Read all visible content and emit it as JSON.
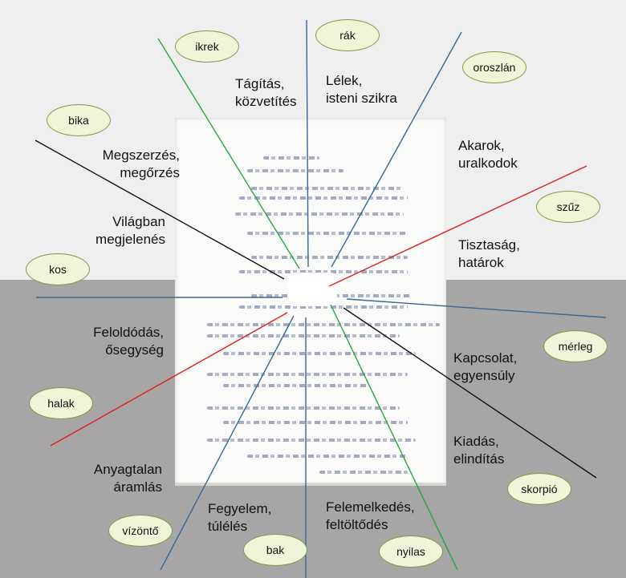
{
  "signs": {
    "ikrek": "ikrek",
    "rak": "rák",
    "oroszlan": "oroszlán",
    "bika": "bika",
    "szuz": "szűz",
    "kos": "kos",
    "merleg": "mérleg",
    "halak": "halak",
    "skorpio": "skorpió",
    "vizonto": "vízöntő",
    "bak": "bak",
    "nyilas": "nyilas"
  },
  "labels": {
    "tagitas": [
      "Tágítás,",
      "közvetítés"
    ],
    "lelek": [
      "Lélek,",
      "isteni szikra"
    ],
    "akarok": [
      "Akarok,",
      "uralkodok"
    ],
    "megszerzes": [
      "Megszerzés,",
      "megőrzés"
    ],
    "vilagban": [
      "Világban",
      "megjelenés"
    ],
    "tisztasag": [
      "Tisztaság,",
      "határok"
    ],
    "feloldodas": [
      "Feloldódás,",
      "ősegység"
    ],
    "kapcsolat": [
      "Kapcsolat,",
      "egyensúly"
    ],
    "kiadas": [
      "Kiadás,",
      "elindítás"
    ],
    "anyagtalan": [
      "Anyagtalan",
      "áramlás"
    ],
    "fegyelem": [
      "Fegyelem,",
      "túlélés"
    ],
    "felemelkedes": [
      "Felemelkedés,",
      "feltöltődés"
    ]
  },
  "colors": {
    "background_top": "#efefef",
    "background_bottom": "#a7a5a6",
    "line_green": "#22aa44",
    "line_blue": "#3a6691",
    "line_black": "#111111",
    "line_red": "#e01e1e",
    "oval_fill": "#eff5d6",
    "oval_border": "#7e9a4a"
  }
}
